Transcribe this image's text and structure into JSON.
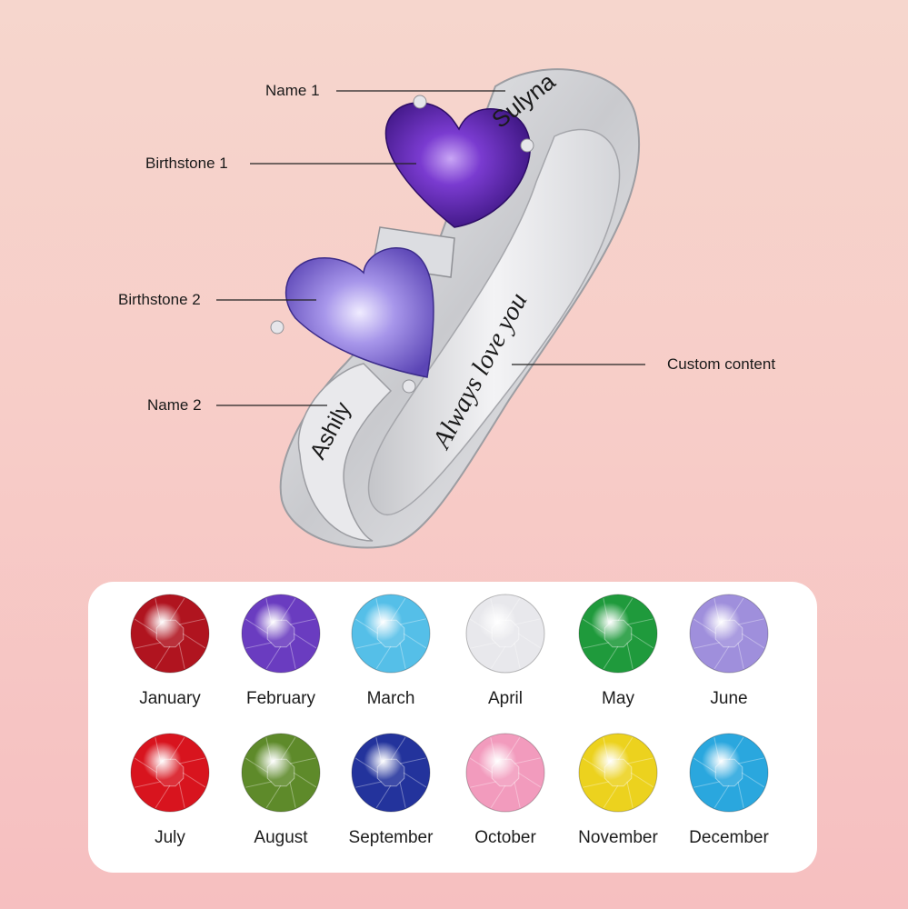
{
  "callouts": {
    "name1": "Name 1",
    "birthstone1": "Birthstone 1",
    "birthstone2": "Birthstone 2",
    "name2": "Name 2",
    "custom": "Custom content"
  },
  "engravings": {
    "name1": "Sulyna",
    "name2": "Ashily",
    "inside": "Always love you"
  },
  "ring": {
    "band_color": "#dcdde2",
    "stone1_color": "#6b2fb8",
    "stone2_color": "#9a86e0"
  },
  "birthstones": [
    {
      "month": "January",
      "color": "#b0141f"
    },
    {
      "month": "February",
      "color": "#6a3cc0"
    },
    {
      "month": "March",
      "color": "#55bfe8"
    },
    {
      "month": "April",
      "color": "#e8e8ec"
    },
    {
      "month": "May",
      "color": "#1f9a3c"
    },
    {
      "month": "June",
      "color": "#9f8fdc"
    },
    {
      "month": "July",
      "color": "#d8141e"
    },
    {
      "month": "August",
      "color": "#5e8a2a"
    },
    {
      "month": "September",
      "color": "#23339c"
    },
    {
      "month": "October",
      "color": "#f29bbd"
    },
    {
      "month": "November",
      "color": "#ecd21e"
    },
    {
      "month": "December",
      "color": "#2aa7de"
    }
  ]
}
